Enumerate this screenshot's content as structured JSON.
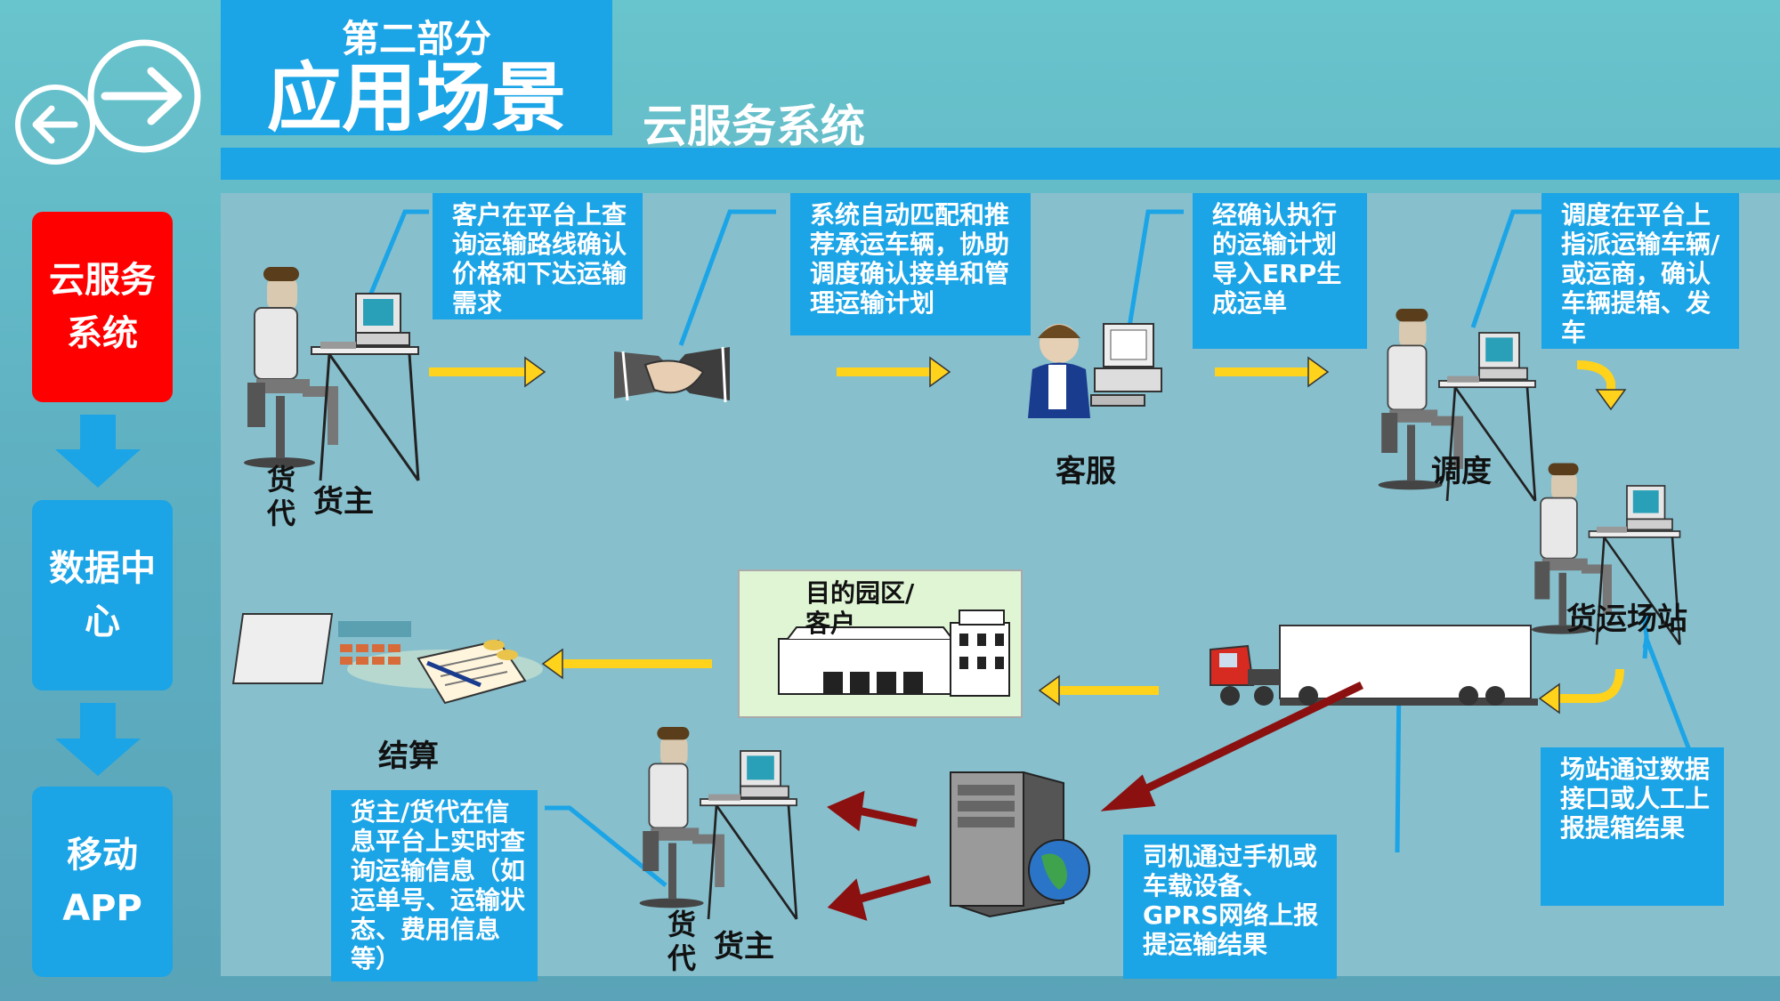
{
  "header": {
    "section": "第二部分",
    "title": "应用场景",
    "subtitle": "云服务系统"
  },
  "nav": {
    "items": [
      {
        "label": "云服务\n系统",
        "active": true
      },
      {
        "label": "数据中\n心",
        "active": false
      },
      {
        "label": "移动\nAPP",
        "active": false
      }
    ]
  },
  "callouts": {
    "c1": "客户在平台上查询运输路线确认价格和下达运输需求",
    "c2": "系统自动匹配和推荐承运车辆，协助调度确认接单和管理运输计划",
    "c3": "经确认执行的运输计划导入ERP生成运单",
    "c4": "调度在平台上指派运输车辆/或运商，确认车辆提箱、发车",
    "c5": "场站通过数据接口或人工上报提箱结果",
    "c6": "司机通过手机或车载设备、GPRS网络上报提运输结果",
    "c7": "货主/货代在信息平台上实时查询运输信息（如运单号、运输状态、费用信息等）"
  },
  "labels": {
    "cargo_agent": "货\n代",
    "cargo_owner": "货主",
    "customer_service": "客服",
    "dispatch": "调度",
    "freight_station": "货运场站",
    "destination": "目的园区/\n客户",
    "settlement": "结算",
    "cargo_agent_2": "货\n代",
    "cargo_owner_2": "货主"
  },
  "colors": {
    "accent_blue": "#1ba4e6",
    "active_red": "#ff0000",
    "flow_arrow": "#ffd21c",
    "data_arrow": "#8b1010"
  }
}
